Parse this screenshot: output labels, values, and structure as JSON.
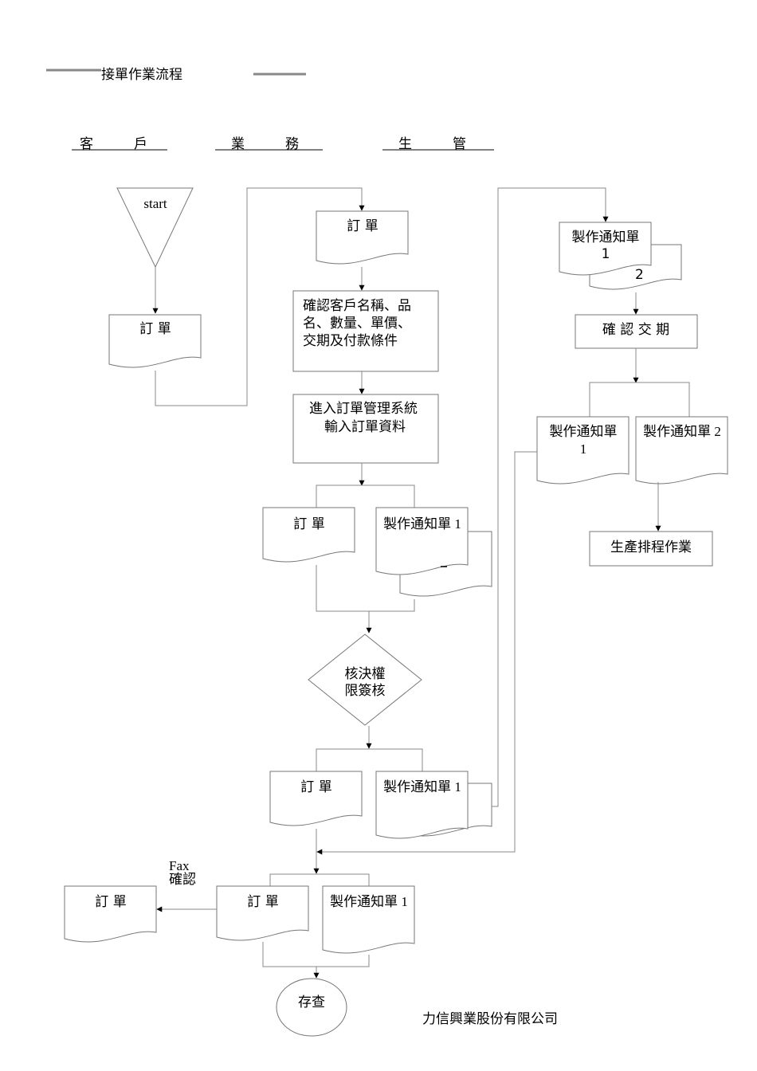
{
  "title": "接單作業流程",
  "lanes": [
    "客　　　戶",
    "業　　　務",
    "生　　　管"
  ],
  "nodes": {
    "start": "start",
    "customer_order": "訂 單",
    "sales_order": "訂 單",
    "confirm_lines": [
      "確認客戶名稱、品",
      "名、數量、單價、",
      "交期及付款條件"
    ],
    "system_lines": [
      "進入訂單管理系統",
      "輸入訂單資料"
    ],
    "order_a": "訂 單",
    "notice_a": "製作通知單 1",
    "decision_lines": [
      "核決權",
      "限簽核"
    ],
    "order_b": "訂 單",
    "notice_b": "製作通知單 1",
    "pc_notice_lines": [
      "製作通知單",
      "1"
    ],
    "confirm_delivery": "確 認 交 期",
    "pc_notice1_lines": [
      "製作通知單",
      "1"
    ],
    "pc_notice2": "製作通知單 2",
    "scheduling": "生產排程作業",
    "order_c": "訂 單",
    "notice_c": "製作通知單 1",
    "fax_order": "訂 單",
    "fax_label": [
      "Fax",
      "確認"
    ],
    "archive": "存查"
  },
  "company": "力信興業股份有限公司"
}
